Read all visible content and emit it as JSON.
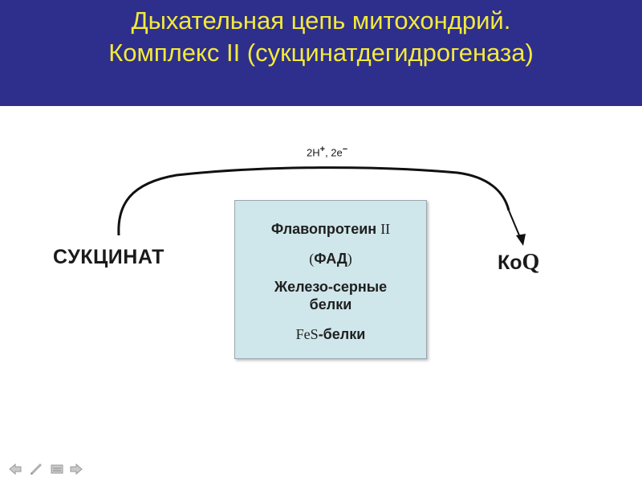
{
  "title": {
    "line1": "Дыхательная цепь митохондрий.",
    "line2": "Комплекс II (сукцинатдегидрогеназа)"
  },
  "diagram": {
    "substrate": "СУКЦИНАТ",
    "product_prefix": "Ко",
    "product_suffix": "Q",
    "transfer_h": "2H",
    "transfer_h_sup": "+",
    "transfer_sep": ", 2e",
    "transfer_e_sup": "−",
    "complex": {
      "line1_main": "Флавопротеин ",
      "line1_roman": "II",
      "line2_open": "(",
      "line2_main": "ФАД",
      "line2_close": ")",
      "line3": "Железо-серные",
      "line4": "белки",
      "line5_prefix": "FeS",
      "line5_main": "-белки"
    }
  },
  "colors": {
    "title_bar": "#2e2f8c",
    "title_text": "#f3ea3a",
    "complex_box": "#cfe6ea"
  },
  "nav_icons": [
    "arrow-left-icon",
    "pen-icon",
    "menu-icon",
    "arrow-right-icon"
  ]
}
